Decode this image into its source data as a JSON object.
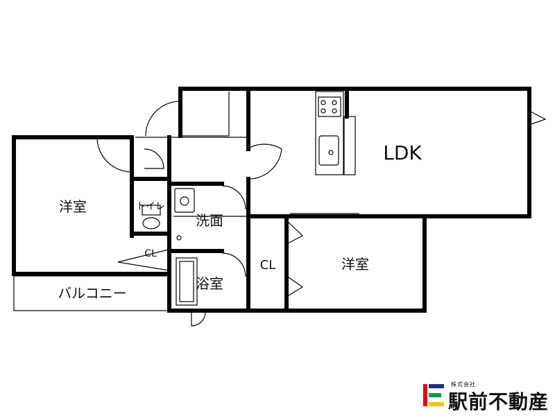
{
  "rooms": {
    "ldk": "LDK",
    "western_room_left": "洋室",
    "western_room_right": "洋室",
    "toilet": "トイレ",
    "washroom": "洗面",
    "bathroom": "浴室",
    "closet_small": "CL",
    "closet_large": "CL",
    "balcony": "バルコニー"
  },
  "logo": {
    "company_type": "株式会社",
    "company_name": "駅前不動産",
    "colors": {
      "red": "#e60012",
      "blue": "#1d2e8a",
      "green": "#00a040",
      "yellow": "#f5c400"
    }
  }
}
